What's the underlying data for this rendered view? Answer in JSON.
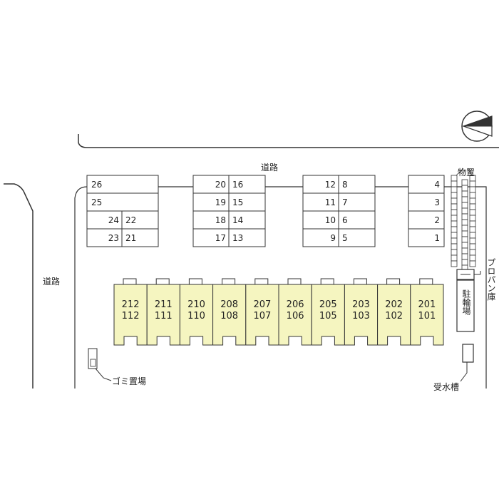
{
  "labels": {
    "road_top": "道路",
    "road_left": "道路",
    "storage": "物置",
    "propane": "プロパン庫",
    "bicycle": "駐輪場",
    "garbage": "ゴミ置場",
    "water_tank": "受水槽"
  },
  "parking": {
    "block_a": [
      {
        "left": "26",
        "right": ""
      },
      {
        "left": "25",
        "right": ""
      },
      {
        "left": "24",
        "right": "22"
      },
      {
        "left": "23",
        "right": "21"
      }
    ],
    "block_b": [
      {
        "left": "20",
        "right": "16"
      },
      {
        "left": "19",
        "right": "15"
      },
      {
        "left": "18",
        "right": "14"
      },
      {
        "left": "17",
        "right": "13"
      }
    ],
    "block_c": [
      {
        "left": "12",
        "right": "8"
      },
      {
        "left": "11",
        "right": "7"
      },
      {
        "left": "10",
        "right": "6"
      },
      {
        "left": "9",
        "right": "5"
      }
    ],
    "block_d": [
      "4",
      "3",
      "2",
      "1"
    ]
  },
  "units": [
    {
      "upper": "212",
      "lower": "112"
    },
    {
      "upper": "211",
      "lower": "111"
    },
    {
      "upper": "210",
      "lower": "110"
    },
    {
      "upper": "208",
      "lower": "108"
    },
    {
      "upper": "207",
      "lower": "107"
    },
    {
      "upper": "206",
      "lower": "106"
    },
    {
      "upper": "205",
      "lower": "105"
    },
    {
      "upper": "203",
      "lower": "103"
    },
    {
      "upper": "202",
      "lower": "102"
    },
    {
      "upper": "201",
      "lower": "101"
    }
  ],
  "colors": {
    "unit_fill": "#f5f5c0",
    "line": "#333333",
    "background": "#ffffff"
  },
  "icons": {
    "north": "north-arrow-icon"
  }
}
